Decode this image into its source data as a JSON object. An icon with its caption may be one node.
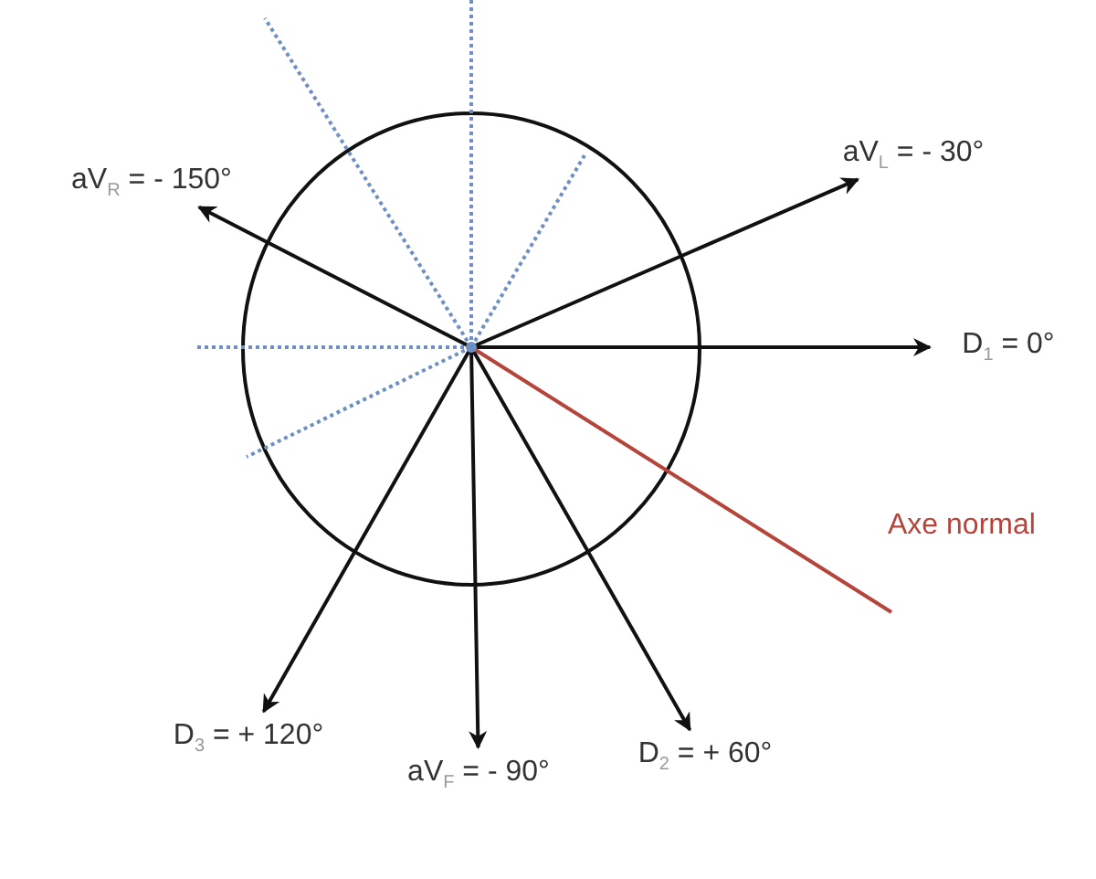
{
  "diagram": {
    "nodes": [
      {
        "text": [],
        "shape": "circle"
      },
      {
        "text": [
          "aV$_{R}$ = - 150°"
        ]
      },
      {
        "text": [
          "aV$_{L}$ = - 30°"
        ]
      },
      {
        "text": [
          "D$_{1}$ = 0°"
        ]
      },
      {
        "text": [
          "D$_{3}$ = + 120°"
        ]
      },
      {
        "text": [
          "aV$_{F}$ = - 90°"
        ]
      },
      {
        "text": [
          "D$_{2}$ = + 60°"
        ]
      }
    ],
    "edges": [
      {
        "from": 0,
        "to": 1,
        "arrow": "to"
      },
      {
        "from": 0,
        "to": 2,
        "arrow": "to"
      },
      {
        "from": 0,
        "to": 3,
        "arrow": "to"
      },
      {
        "from": 0,
        "to": 4,
        "arrow": "to"
      },
      {
        "from": 0,
        "to": 5,
        "arrow": "to"
      },
      {
        "from": 0,
        "to": 6,
        "arrow": "to"
      },
      {
        "from": 0,
        "to": null,
        "arrow": "none",
        "label": "Axe normal",
        "color": "#b5443a"
      }
    ]
  }
}
